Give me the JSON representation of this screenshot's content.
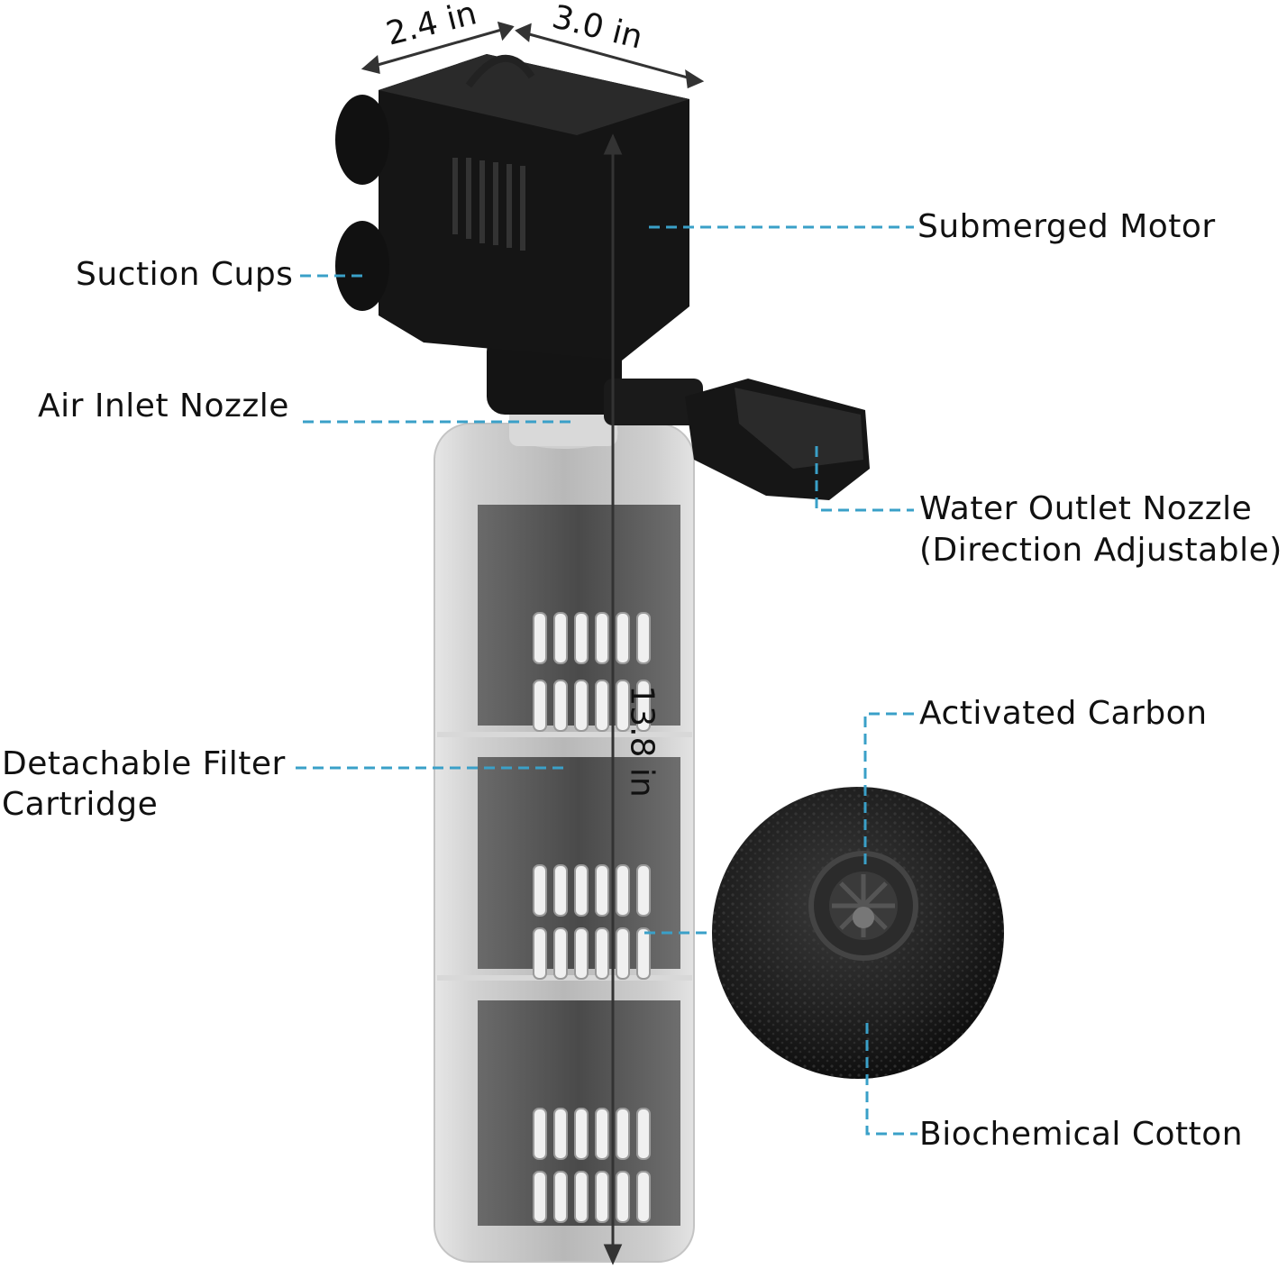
{
  "dimensions": {
    "depth": "2.4 in",
    "width": "3.0 in",
    "height": "13.8 in"
  },
  "callouts": {
    "submerged_motor": "Submerged Motor",
    "suction_cups": "Suction Cups",
    "air_inlet_nozzle": "Air Inlet Nozzle",
    "water_outlet_line1": "Water Outlet Nozzle",
    "water_outlet_line2": "(Direction Adjustable)",
    "activated_carbon": "Activated Carbon",
    "filter_cartridge_line1": "Detachable Filter",
    "filter_cartridge_line2": "Cartridge",
    "biochemical_cotton": "Biochemical Cotton"
  },
  "colors": {
    "leader_line": "#3aa0c8",
    "label_text": "#111111",
    "pump_body": "#141414",
    "sponge": "#1a1a1a"
  }
}
